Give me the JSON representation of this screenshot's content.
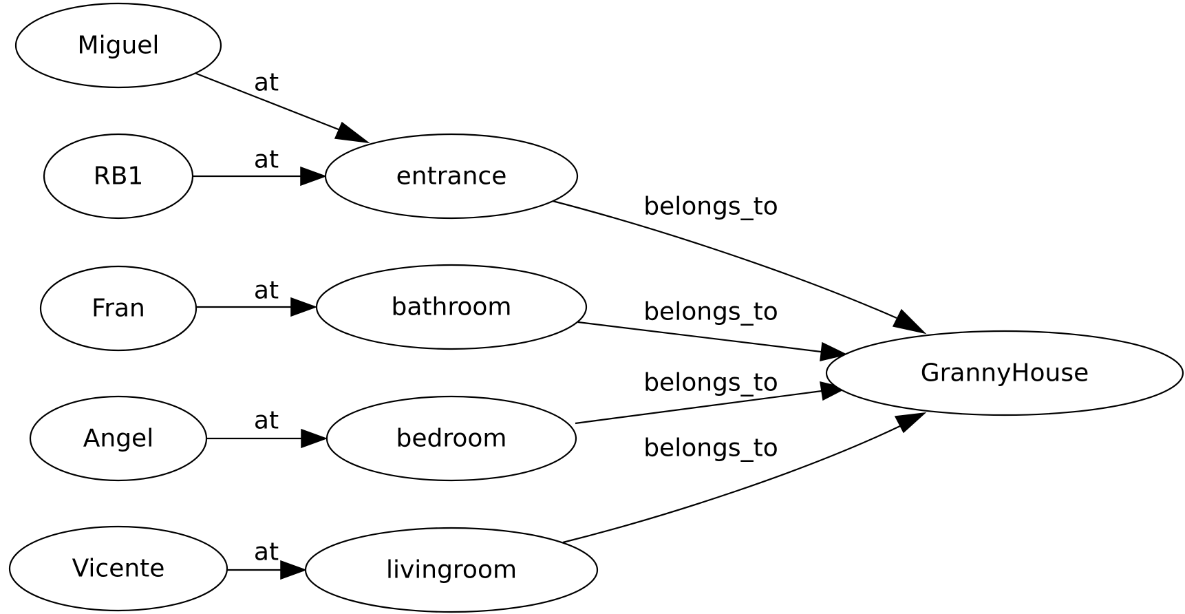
{
  "diagram": {
    "colors": {
      "stroke": "#000000",
      "fill": "#ffffff",
      "text": "#000000"
    },
    "nodes": [
      {
        "id": "Miguel",
        "label": "Miguel"
      },
      {
        "id": "RB1",
        "label": "RB1"
      },
      {
        "id": "Fran",
        "label": "Fran"
      },
      {
        "id": "Angel",
        "label": "Angel"
      },
      {
        "id": "Vicente",
        "label": "Vicente"
      },
      {
        "id": "entrance",
        "label": "entrance"
      },
      {
        "id": "bathroom",
        "label": "bathroom"
      },
      {
        "id": "bedroom",
        "label": "bedroom"
      },
      {
        "id": "livingroom",
        "label": "livingroom"
      },
      {
        "id": "GrannyHouse",
        "label": "GrannyHouse"
      }
    ],
    "edges": [
      {
        "from": "Miguel",
        "to": "entrance",
        "label": "at"
      },
      {
        "from": "RB1",
        "to": "entrance",
        "label": "at"
      },
      {
        "from": "Fran",
        "to": "bathroom",
        "label": "at"
      },
      {
        "from": "Angel",
        "to": "bedroom",
        "label": "at"
      },
      {
        "from": "Vicente",
        "to": "livingroom",
        "label": "at"
      },
      {
        "from": "entrance",
        "to": "GrannyHouse",
        "label": "belongs_to"
      },
      {
        "from": "bathroom",
        "to": "GrannyHouse",
        "label": "belongs_to"
      },
      {
        "from": "bedroom",
        "to": "GrannyHouse",
        "label": "belongs_to"
      },
      {
        "from": "livingroom",
        "to": "GrannyHouse",
        "label": "belongs_to"
      }
    ]
  }
}
